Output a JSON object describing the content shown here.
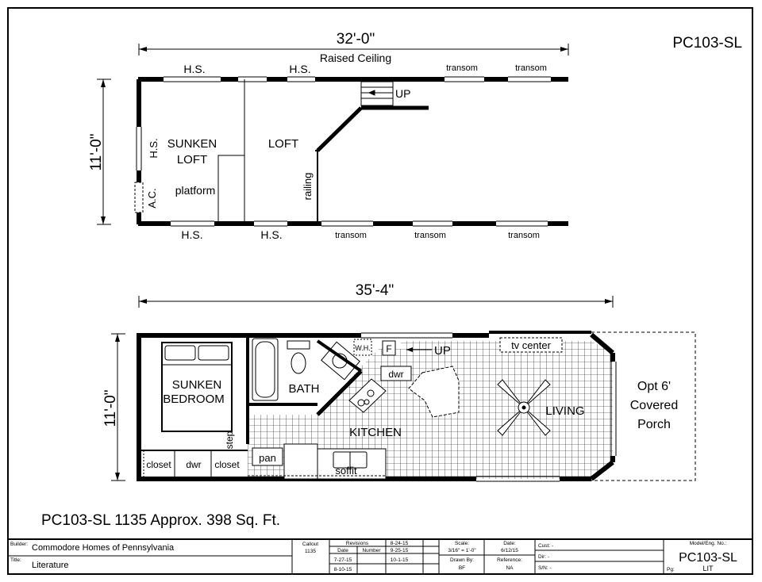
{
  "model_tag": "PC103-SL",
  "loft": {
    "width_dim": "32'-0\"",
    "height_dim": "11'-0\"",
    "raised_ceiling": "Raised Ceiling",
    "hs": "H.S.",
    "transom": "transom",
    "up": "UP",
    "sunken_loft_1": "SUNKEN",
    "sunken_loft_2": "LOFT",
    "loft": "LOFT",
    "platform": "platform",
    "railing": "railing",
    "ac": "A.C."
  },
  "main": {
    "width_dim": "35'-4\"",
    "height_dim": "11'-0\"",
    "wh": "W.H.",
    "f": "F",
    "up": "UP",
    "tv_center": "tv center",
    "dwr": "dwr",
    "bath": "BATH",
    "sunken_bedroom_1": "SUNKEN",
    "sunken_bedroom_2": "BEDROOM",
    "living": "LIVING",
    "kitchen": "KITCHEN",
    "closet": "closet",
    "step": "step",
    "pan": "pan",
    "soffit": "soffit",
    "porch_1": "Opt 6'",
    "porch_2": "Covered",
    "porch_3": "Porch"
  },
  "caption": "PC103-SL 1135  Approx. 398 Sq. Ft.",
  "title_block": {
    "builder_label": "Builder:",
    "builder": "Commodore Homes of Pennsylvania",
    "title_label": "Title:",
    "title": "Literature",
    "callout_label": "Callout",
    "callout": "1135",
    "revisions_label": "Revisions",
    "date_label": "Date",
    "number_label": "Number",
    "rev_dates": [
      "7-27-15",
      "8-10-15"
    ],
    "rev_dates_2": [
      "8-24-15",
      "9-25-15",
      "10-1-15"
    ],
    "scale_label": "Scale:",
    "scale": "3/16\" = 1'-0\"",
    "drawn_label": "Drawn By:",
    "drawn": "BF",
    "date_head": "Date:",
    "date": "6/12/15",
    "ref_label": "Reference:",
    "ref": "NA",
    "cust_label": "Cust: -",
    "dir_label": "Dir: -",
    "sn_label": "S/N: -",
    "model_label": "Model/Eng. No.:",
    "model": "PC103-SL",
    "pg_label": "Pg:",
    "pg": "LIT"
  }
}
